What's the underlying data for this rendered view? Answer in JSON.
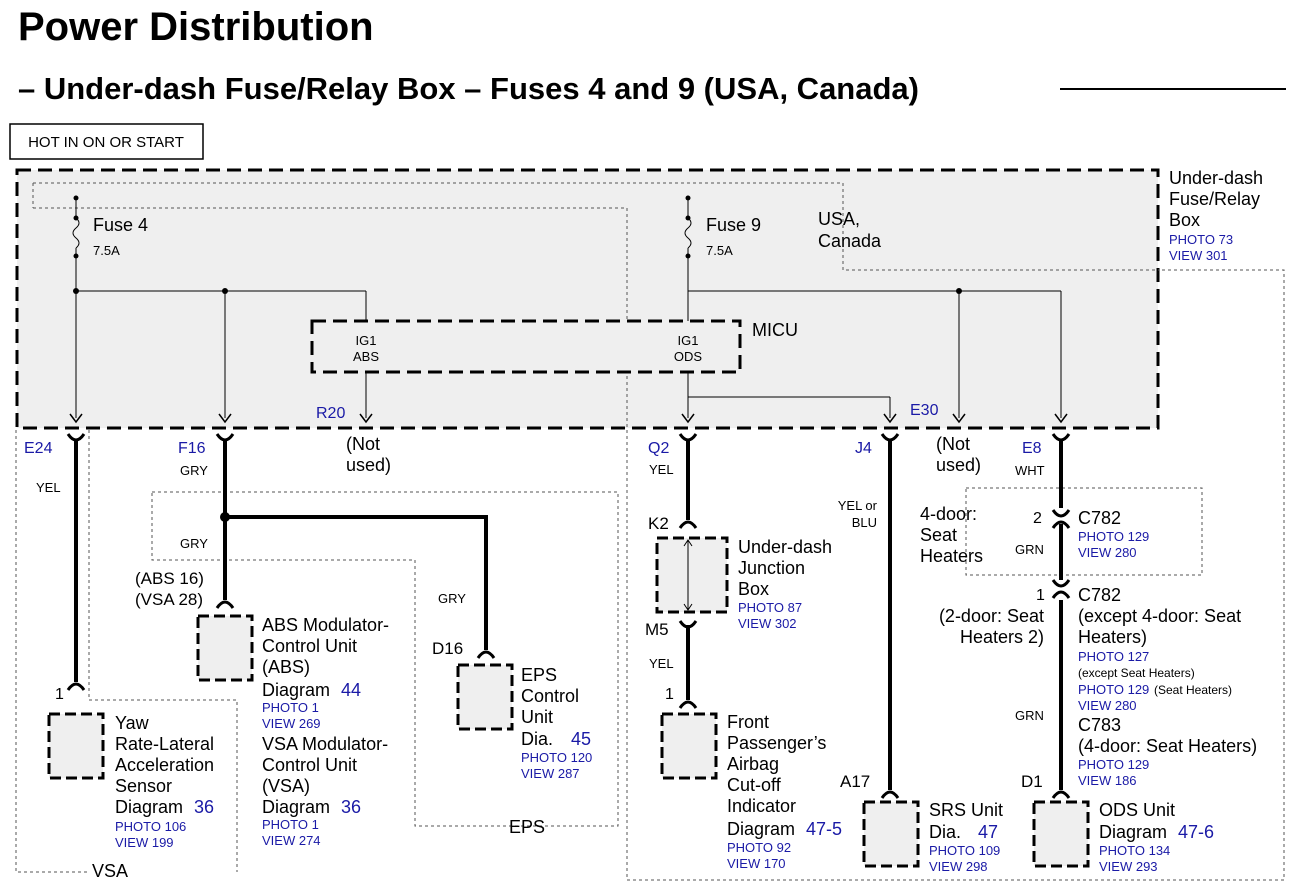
{
  "title": "Power Distribution",
  "subtitle": "– Under-dash Fuse/Relay Box – Fuses 4 and 9 (USA, Canada)",
  "colors": {
    "link": "#1a1aa6",
    "box_fill": "#efefef"
  },
  "hot_label": "HOT IN ON OR START",
  "box": {
    "l1": "Under-dash",
    "l2": "Fuse/Relay",
    "l3": "Box",
    "photo": "PHOTO 73",
    "view": "VIEW 301"
  },
  "region": {
    "l1": "USA,",
    "l2": "Canada"
  },
  "fuse4": {
    "name": "Fuse 4",
    "rating": "7.5A"
  },
  "fuse9": {
    "name": "Fuse 9",
    "rating": "7.5A"
  },
  "micu": {
    "label": "MICU",
    "ig1": "IG1",
    "abs": "ABS",
    "ods": "ODS"
  },
  "terminals": {
    "r20": "R20",
    "e30": "E30",
    "e24": "E24",
    "f16": "F16",
    "q2": "Q2",
    "j4": "J4",
    "e8": "E8",
    "k2": "K2",
    "m5": "M5",
    "d16": "D16",
    "a17": "A17",
    "d1": "D1",
    "pin1a": "1",
    "pin1b": "1",
    "pin2": "2",
    "pin1c": "1"
  },
  "notused": {
    "a1": "(Not",
    "a2": "used)",
    "b1": "(Not",
    "b2": "used)"
  },
  "wires": {
    "yel1": "YEL",
    "gry1": "GRY",
    "gry2": "GRY",
    "gry3": "GRY",
    "yel2": "YEL",
    "yel3": "YEL",
    "yelblu1": "YEL or",
    "yelblu2": "BLU",
    "wht": "WHT",
    "grn1": "GRN",
    "grn2": "GRN"
  },
  "abs_pins": {
    "l1": "(ABS 16)",
    "l2": "(VSA 28)"
  },
  "abs_unit": {
    "l1": "ABS Modulator-",
    "l2": "Control Unit",
    "l3": "(ABS)",
    "diag": "Diagram",
    "num": "44",
    "photo": "PHOTO 1",
    "view": "VIEW 269"
  },
  "vsa_unit": {
    "l1": "VSA Modulator-",
    "l2": "Control Unit",
    "l3": "(VSA)",
    "diag": "Diagram",
    "num": "36",
    "photo": "PHOTO 1",
    "view": "VIEW 274"
  },
  "yaw": {
    "l1": "Yaw",
    "l2": "Rate-Lateral",
    "l3": "Acceleration",
    "l4": "Sensor",
    "diag": "Diagram",
    "num": "36",
    "photo": "PHOTO 106",
    "view": "VIEW 199"
  },
  "vsa_label": "VSA",
  "eps": {
    "l1": "EPS",
    "l2": "Control",
    "l3": "Unit",
    "diag": "Dia.",
    "num": "45",
    "photo": "PHOTO 120",
    "view": "VIEW 287",
    "group": "EPS"
  },
  "junction": {
    "l1": "Under-dash",
    "l2": "Junction",
    "l3": "Box",
    "photo": "PHOTO 87",
    "view": "VIEW 302"
  },
  "front": {
    "l1": "Front",
    "l2": "Passenger’s",
    "l3": "Airbag",
    "l4": "Cut-off",
    "l5": "Indicator",
    "diag": "Diagram",
    "num": "47-5",
    "photo": "PHOTO 92",
    "view": "VIEW 170"
  },
  "srs": {
    "l1": "SRS Unit",
    "diag": "Dia.",
    "num": "47",
    "photo": "PHOTO 109",
    "view": "VIEW 298"
  },
  "ods": {
    "l1": "ODS Unit",
    "diag": "Diagram",
    "num": "47-6",
    "photo": "PHOTO 134",
    "view": "VIEW 293"
  },
  "seat4": {
    "l1": "4-door:",
    "l2": "Seat",
    "l3": "Heaters"
  },
  "c782a": {
    "name": "C782",
    "photo": "PHOTO 129",
    "view": "VIEW 280"
  },
  "seat2": {
    "l1": "(2-door: Seat",
    "l2": "Heaters 2)"
  },
  "c782b": {
    "name": "C782",
    "l1": "(except 4-door: Seat",
    "l2": "Heaters)",
    "photo1": "PHOTO 127",
    "note1": "(except Seat Heaters)",
    "photo2": "PHOTO 129",
    "note2": "(Seat Heaters)",
    "view": "VIEW 280"
  },
  "c783": {
    "name": "C783",
    "l1": "(4-door: Seat Heaters)",
    "photo": "PHOTO 129",
    "view": "VIEW 186"
  }
}
